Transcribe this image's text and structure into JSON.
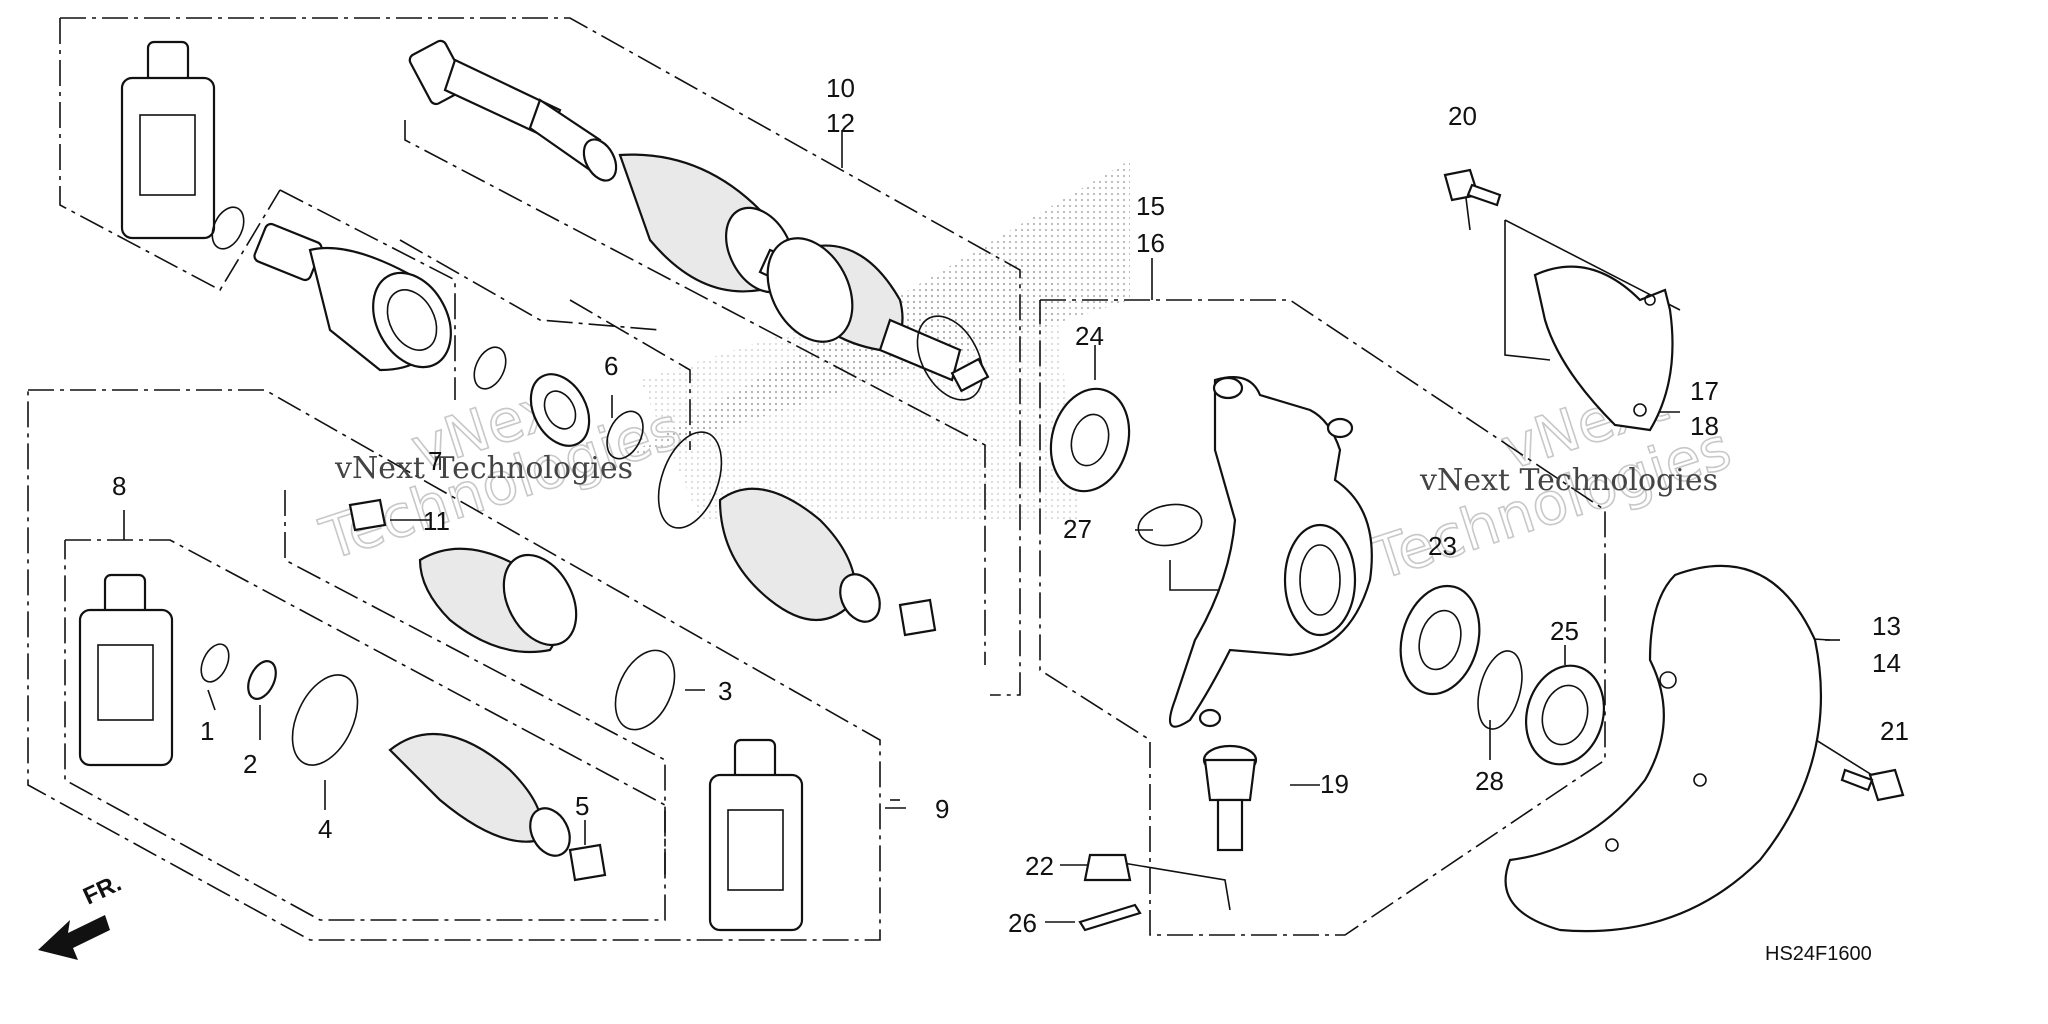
{
  "diagram_code": "HS24F1600",
  "watermark": "vNext Technologies",
  "watermark_big_1": "vNext",
  "watermark_big_2": "Technologies",
  "direction_label": "FR.",
  "callouts": {
    "n1": "1",
    "n2": "2",
    "n3": "3",
    "n4": "4",
    "n5": "5",
    "n6": "6",
    "n7": "7",
    "n8": "8",
    "n9": "9",
    "n10": "10",
    "n11": "11",
    "n12": "12",
    "n13": "13",
    "n14": "14",
    "n15": "15",
    "n16": "16",
    "n17": "17",
    "n18": "18",
    "n19": "19",
    "n20": "20",
    "n21": "21",
    "n22": "22",
    "n23": "23",
    "n24": "24",
    "n25": "25",
    "n26": "26",
    "n27": "27",
    "n28": "28"
  }
}
